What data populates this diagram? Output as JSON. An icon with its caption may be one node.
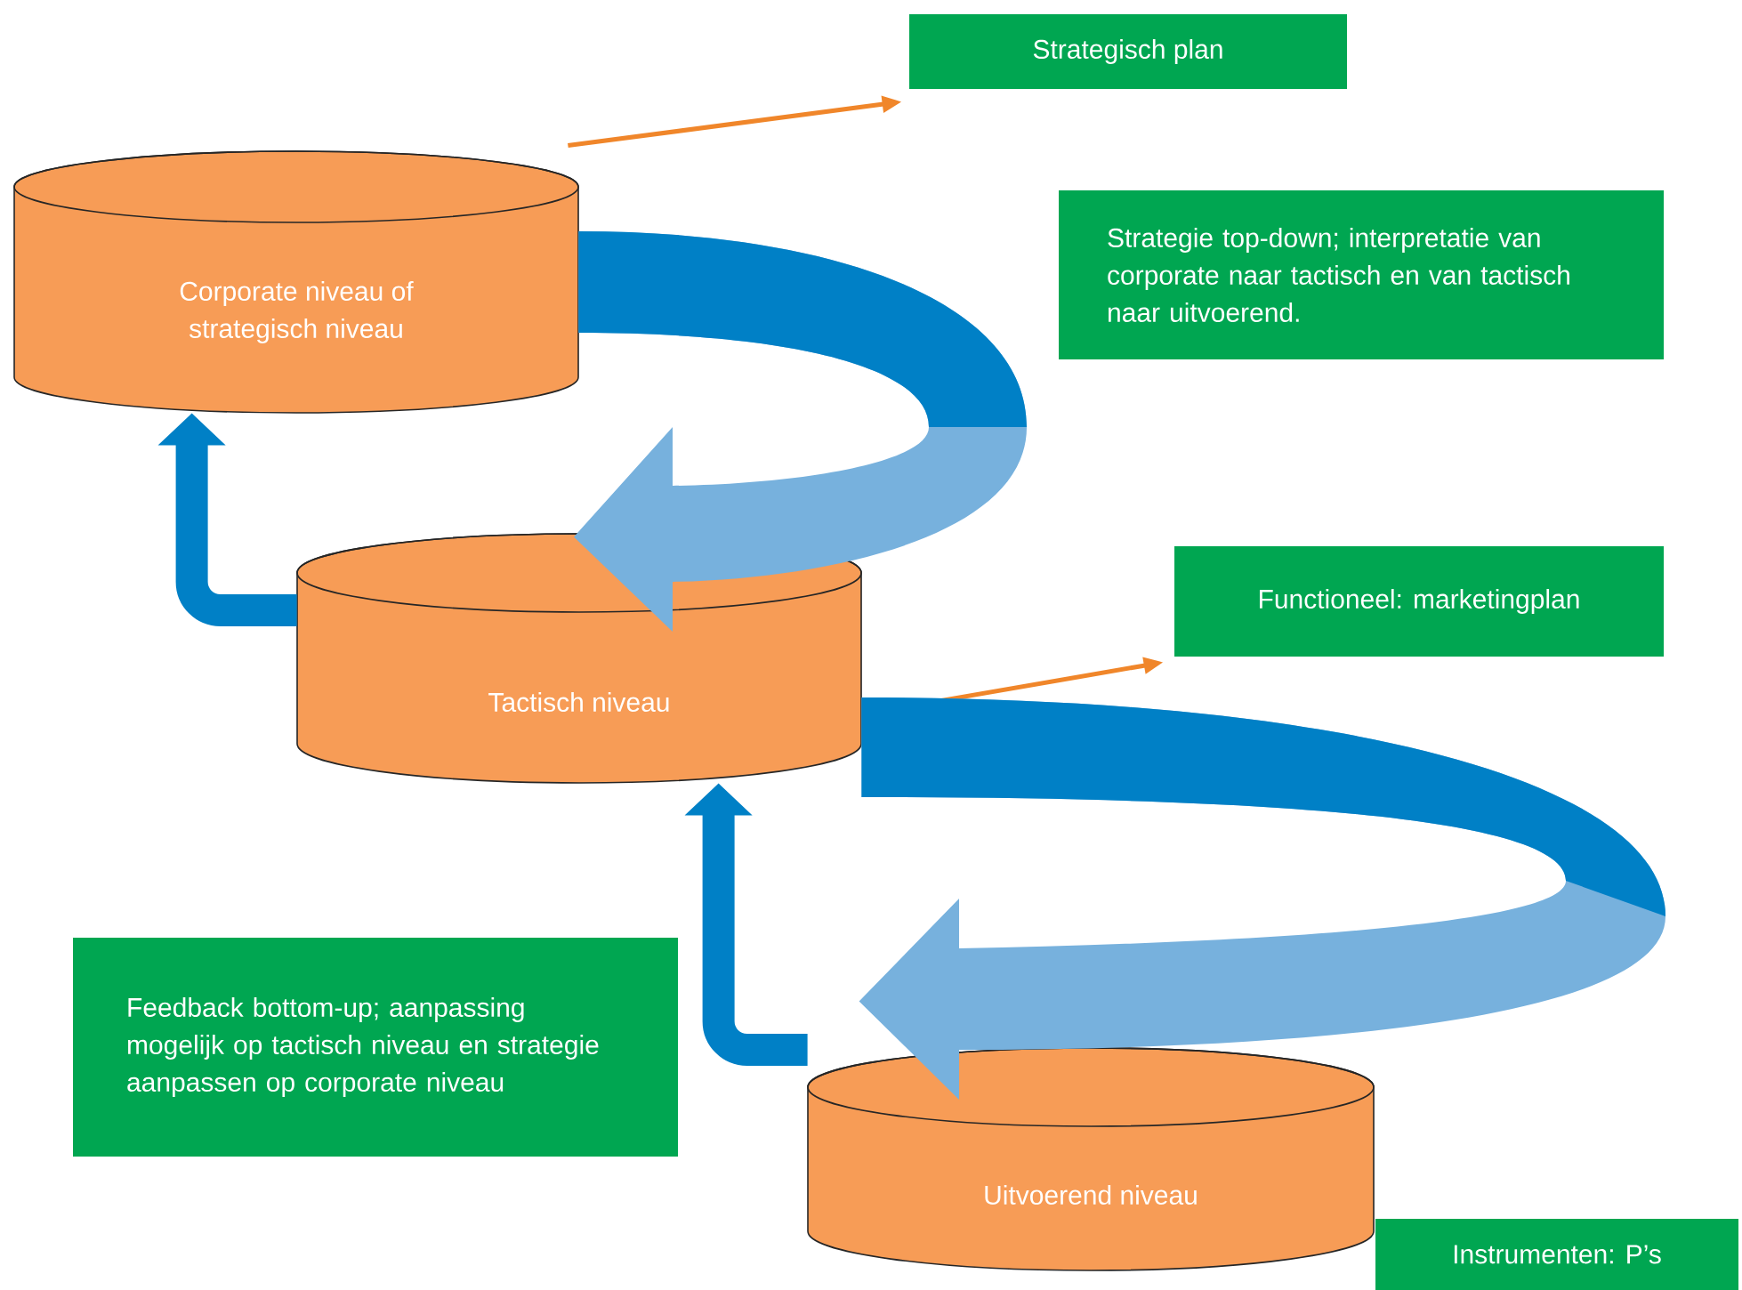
{
  "diagram": {
    "nodes": [
      {
        "text": [
          "Corporate niveau of strategisch niveau"
        ]
      },
      {
        "text": [
          "Strategisch plan"
        ]
      },
      {
        "text": [
          "Strategie top-down; interpretatie van corporate naar tactisch en van tactisch naar uitvoerend."
        ]
      },
      {
        "text": [
          "Tactisch niveau"
        ]
      },
      {
        "text": [
          "Functioneel: marketingplan"
        ]
      },
      {
        "text": [
          "Feedback bottom-up; aanpassing mogelijk op tactisch niveau en strategie aanpassen op corporate niveau"
        ]
      },
      {
        "text": [
          "Uitvoerend niveau"
        ]
      },
      {
        "text": [
          "Instrumenten: P’s"
        ]
      }
    ],
    "edges": [
      {
        "from": 0,
        "to": 1,
        "arrow": "to",
        "color": "#f0862a"
      },
      {
        "from": 3,
        "to": 4,
        "arrow": "to",
        "color": "#f0862a"
      },
      {
        "from": 0,
        "to": 3,
        "arrow": "to",
        "style": "thick",
        "color": "#77b1dd"
      },
      {
        "from": 3,
        "to": 6,
        "arrow": "to",
        "style": "thick",
        "color": "#77b1dd"
      },
      {
        "from": 3,
        "to": 0,
        "arrow": "to",
        "style": "thick",
        "color": "#0080c6"
      },
      {
        "from": 6,
        "to": 3,
        "arrow": "to",
        "style": "thick",
        "color": "#0080c6"
      }
    ]
  }
}
